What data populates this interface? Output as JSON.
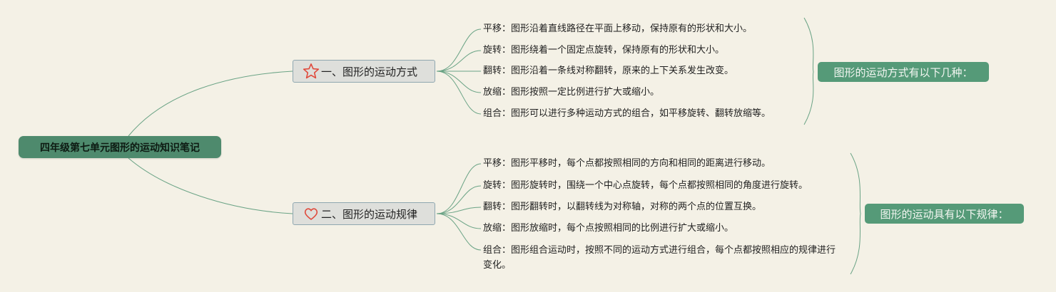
{
  "root": {
    "label": "四年级第七单元图形的运动知识笔记"
  },
  "branches": [
    {
      "label": "一、图形的运动方式",
      "icon": "star-icon",
      "icon_color": "#e04a3c",
      "leaves": [
        "平移：图形沿着直线路径在平面上移动，保持原有的形状和大小。",
        "旋转：图形绕着一个固定点旋转，保持原有的形状和大小。",
        "翻转：图形沿着一条线对称翻转，原来的上下关系发生改变。",
        "放缩：图形按照一定比例进行扩大或缩小。",
        "组合：图形可以进行多种运动方式的组合，如平移旋转、翻转放缩等。"
      ],
      "summary": "图形的运动方式有以下几种："
    },
    {
      "label": "二、图形的运动规律",
      "icon": "heart-icon",
      "icon_color": "#e04a3c",
      "leaves": [
        "平移：图形平移时，每个点都按照相同的方向和相同的距离进行移动。",
        "旋转：图形旋转时，围绕一个中心点旋转，每个点都按照相同的角度进行旋转。",
        "翻转：图形翻转时，以翻转线为对称轴，对称的两个点的位置互换。",
        "放缩：图形放缩时，每个点按照相同的比例进行扩大或缩小。",
        "组合：图形组合运动时，按照不同的运动方式进行组合，每个点都按照相应的规律进行变化。"
      ],
      "summary": "图形的运动具有以下规律："
    }
  ],
  "colors": {
    "background": "#f4f1e6",
    "root_fill": "#4e8a6d",
    "summary_fill": "#559a78",
    "branch_fill": "#dedfdb",
    "line": "#5f9a7d"
  }
}
